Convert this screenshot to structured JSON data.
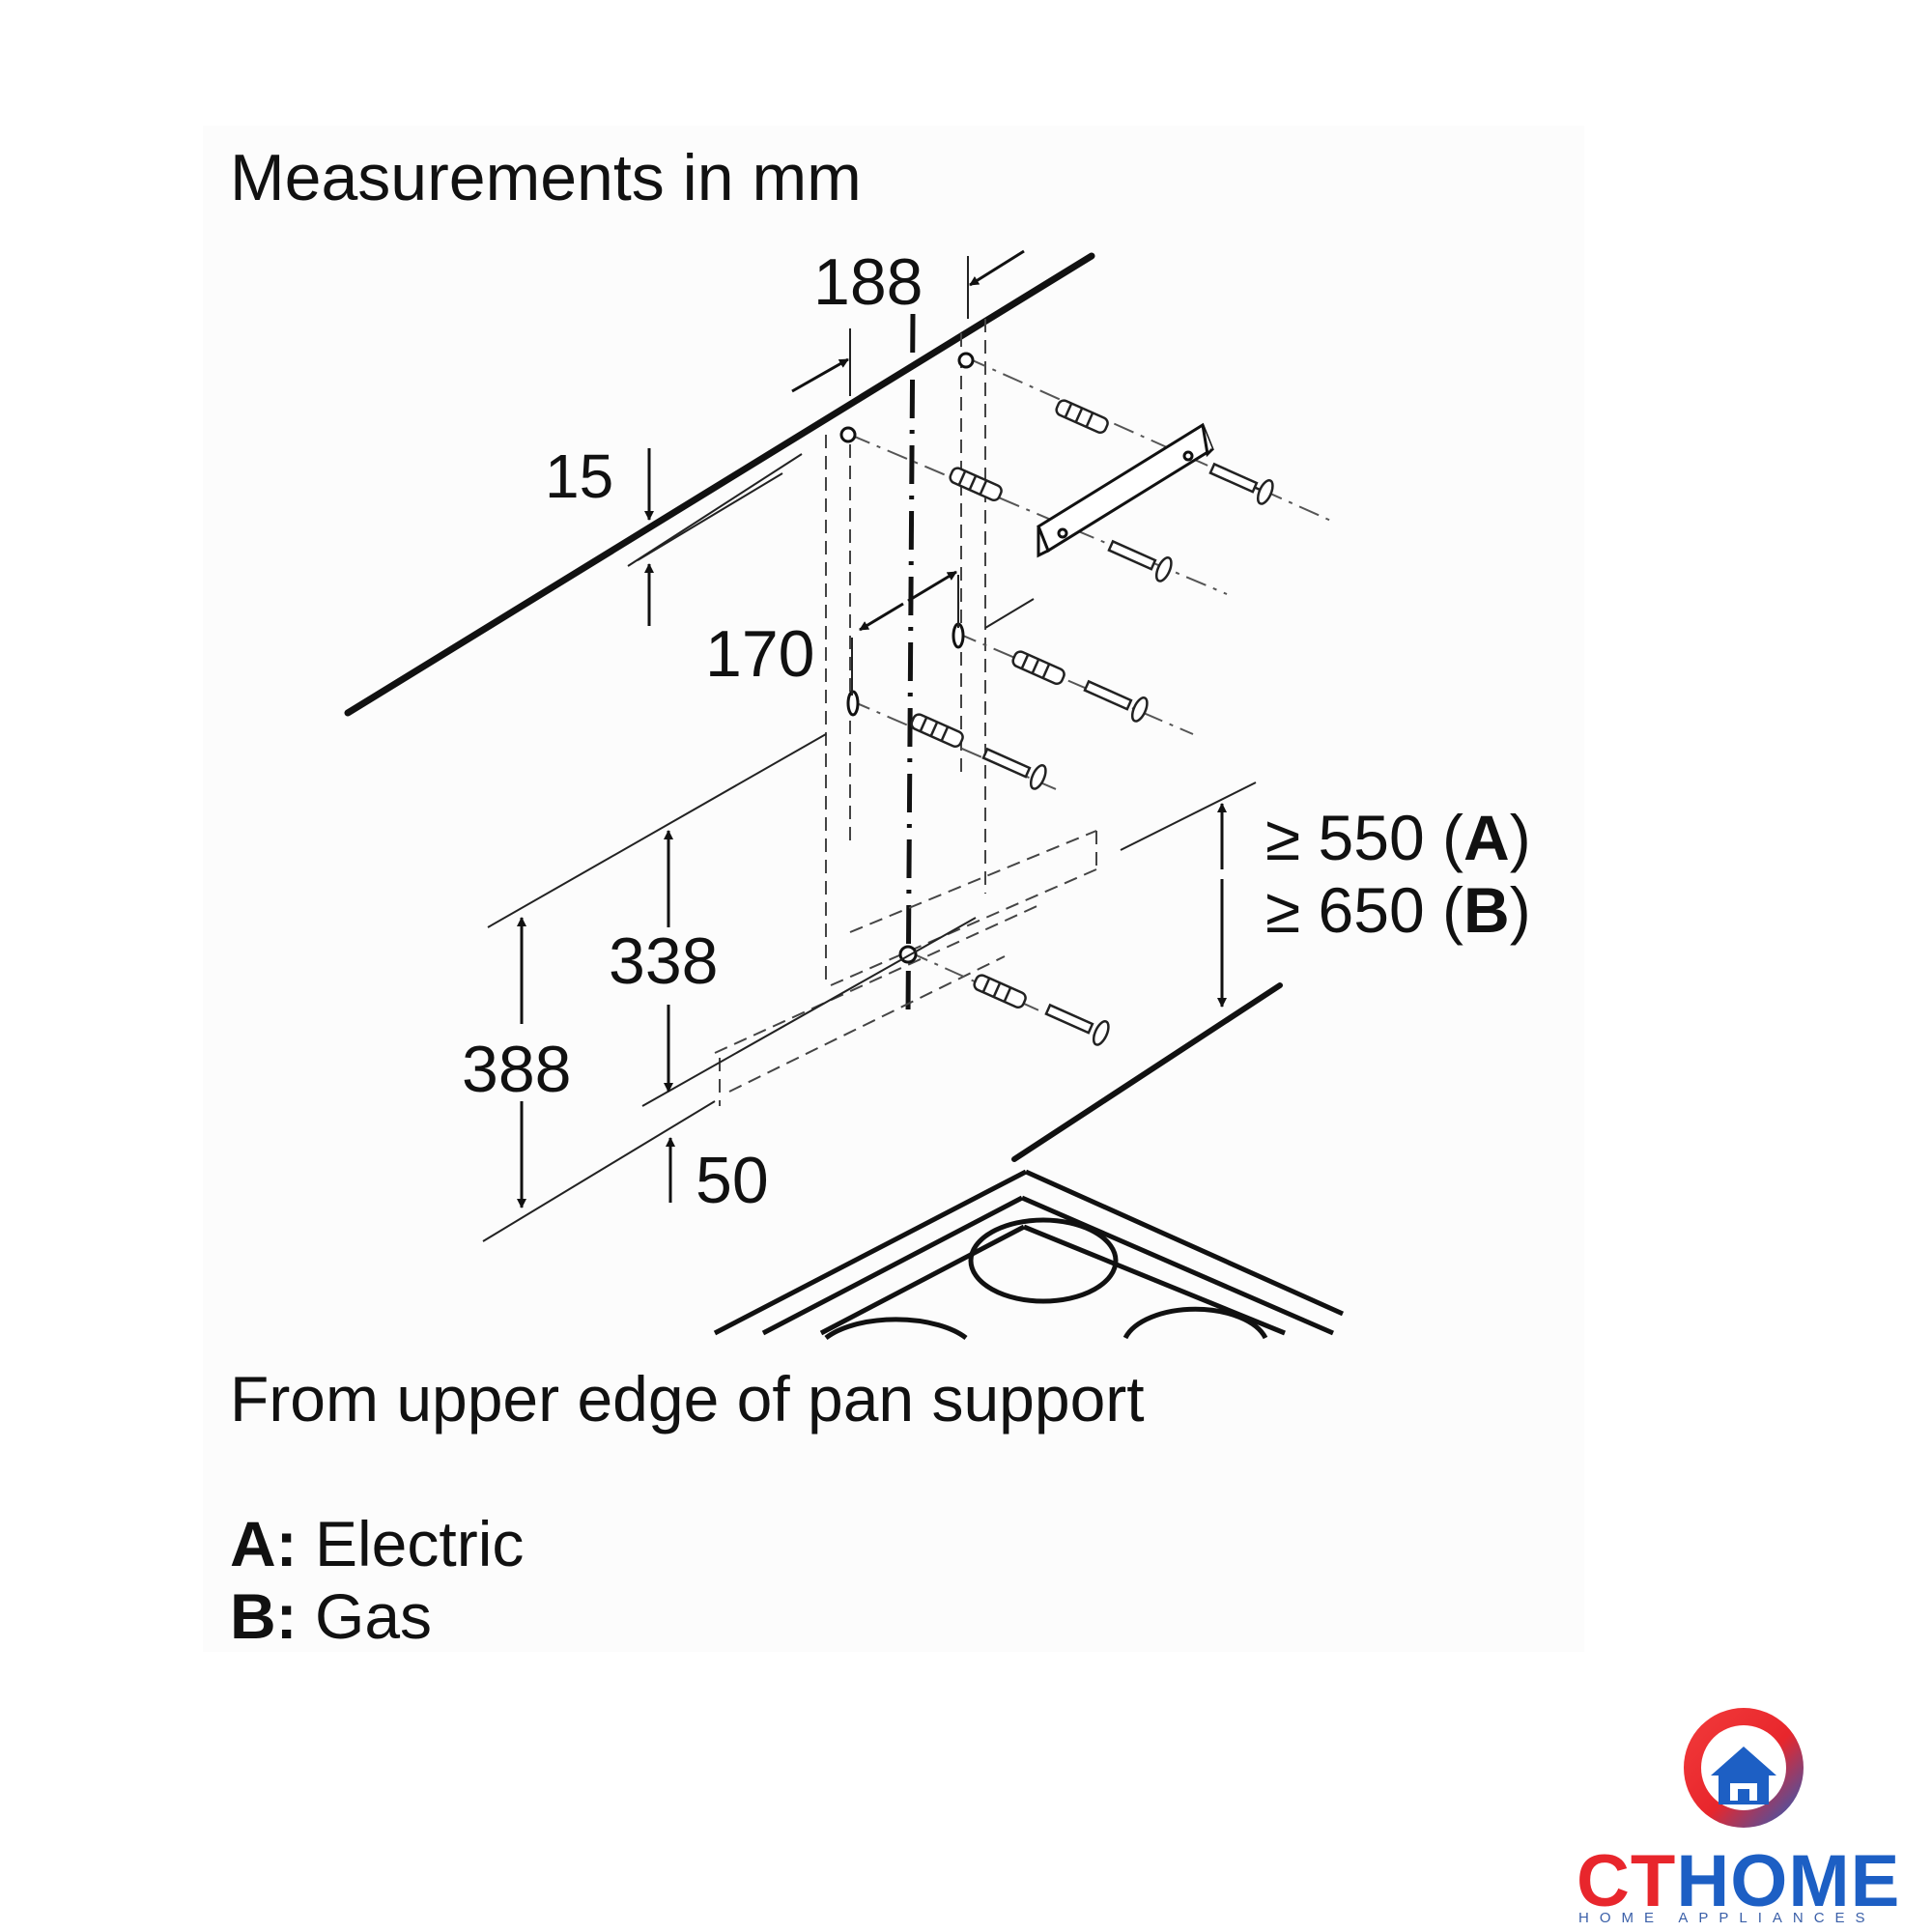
{
  "title": "Measurements in mm",
  "dimensions": {
    "d188": "188",
    "d15": "15",
    "d170": "170",
    "d338": "338",
    "d388": "388",
    "d50": "50",
    "clearance_a_value": "≥ 550",
    "clearance_a_tag": "A",
    "clearance_b_value": "≥ 650",
    "clearance_b_tag": "B"
  },
  "caption": "From upper edge of pan support",
  "legend": [
    {
      "key": "A:",
      "label": "Electric"
    },
    {
      "key": "B:",
      "label": "Gas"
    }
  ],
  "logo": {
    "brand_part1": "CT",
    "brand_part2": "HOME",
    "tagline": "HOME APPLIANCES",
    "colors": {
      "red": "#e8262c",
      "blue": "#1d5fc4"
    },
    "icon": "house-icon"
  }
}
